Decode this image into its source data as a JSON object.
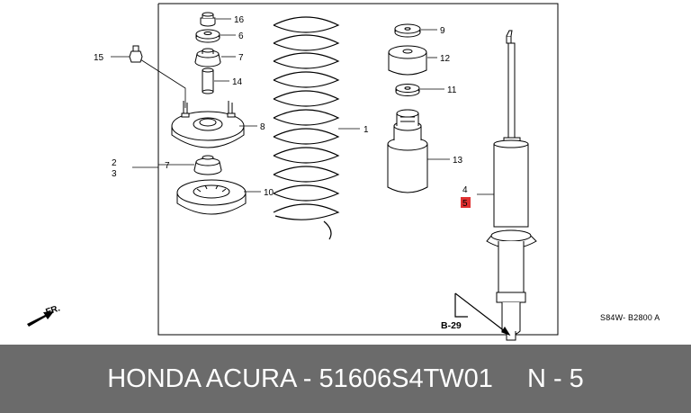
{
  "diagram": {
    "callouts": [
      {
        "id": "c1",
        "text": "1"
      },
      {
        "id": "c2",
        "text": "2"
      },
      {
        "id": "c3",
        "text": "3"
      },
      {
        "id": "c4",
        "text": "4"
      },
      {
        "id": "c5",
        "text": "5",
        "highlight_color": "#e03030"
      },
      {
        "id": "c6",
        "text": "6"
      },
      {
        "id": "c7a",
        "text": "7"
      },
      {
        "id": "c7b",
        "text": "7"
      },
      {
        "id": "c8",
        "text": "8"
      },
      {
        "id": "c9",
        "text": "9"
      },
      {
        "id": "c10",
        "text": "10"
      },
      {
        "id": "c11",
        "text": "11"
      },
      {
        "id": "c12",
        "text": "12"
      },
      {
        "id": "c13",
        "text": "13"
      },
      {
        "id": "c14",
        "text": "14"
      },
      {
        "id": "c15",
        "text": "15"
      },
      {
        "id": "c16",
        "text": "16"
      }
    ],
    "front_marker": "FR.",
    "reference": "B-29",
    "diagram_code": "S84W- B2800 A"
  },
  "footer": {
    "part_text": "HONDA ACURA - 51606S4TW01",
    "position_text": "N - 5",
    "background": "#6b6b6b"
  }
}
